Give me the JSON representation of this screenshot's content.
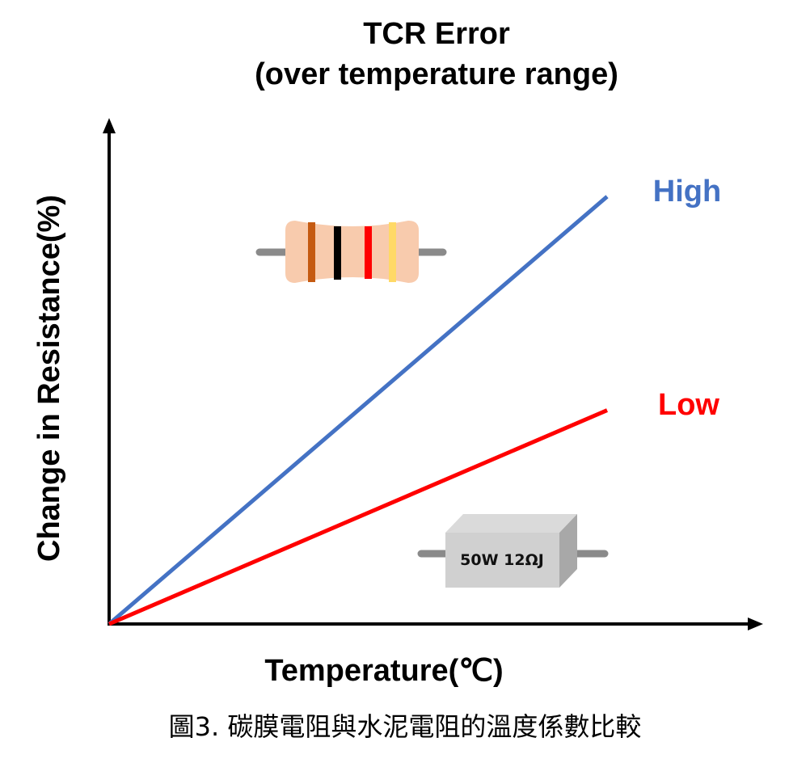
{
  "title_line1": "TCR Error",
  "title_line2": "(over temperature range)",
  "xlabel": "Temperature(℃)",
  "ylabel": "Change in Resistance(%)",
  "caption": "圖3. 碳膜電阻與水泥電阻的溫度係數比較",
  "cement_resistor_label": "50W 12ΩJ",
  "colors": {
    "high": "#4472C4",
    "low": "#FF0000",
    "axis": "#000000",
    "film_body": "#F8CBAD",
    "cement_body": "#D0D0D0"
  },
  "resistor_bands": [
    "#C55A11",
    "#000000",
    "#FF0000",
    "#FFD966"
  ],
  "chart_data": {
    "type": "line",
    "title": "TCR Error (over temperature range)",
    "xlabel": "Temperature(℃)",
    "ylabel": "Change in Resistance(%)",
    "xlim": [
      0,
      1.31
    ],
    "ylim": [
      0,
      1.18
    ],
    "grid": false,
    "series": [
      {
        "name": "High",
        "x": [
          0,
          1
        ],
        "y": [
          0,
          1.0
        ],
        "color": "#4472C4"
      },
      {
        "name": "Low",
        "x": [
          0,
          1
        ],
        "y": [
          0,
          0.5
        ],
        "color": "#FF0000"
      }
    ]
  }
}
